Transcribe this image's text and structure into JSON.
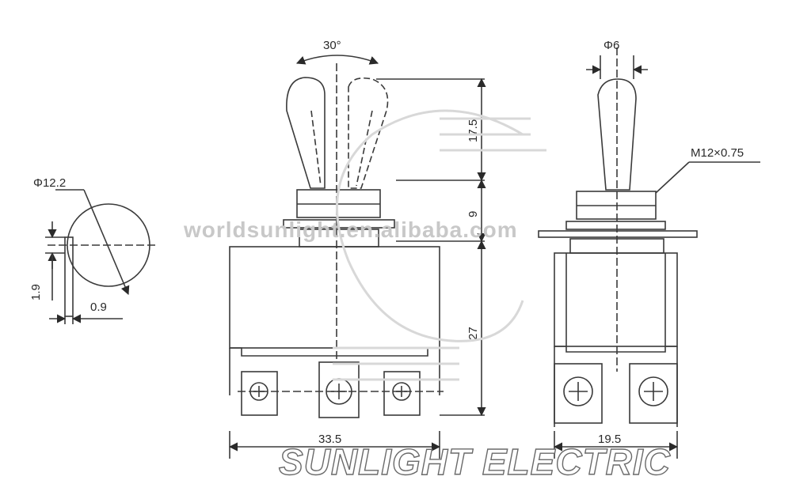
{
  "dimensions": {
    "angle": "30°",
    "diameter_knob": "Φ12.2",
    "dim_1_9": "1.9",
    "dim_0_9": "0.9",
    "dim_17_5": "17.5",
    "dim_9": "9",
    "dim_27": "27",
    "dim_33_5": "33.5",
    "diameter_lever": "Φ6",
    "thread": "M12×0.75",
    "dim_19_5": "19.5"
  },
  "watermark": {
    "site": "worldsunlight.en.alibaba.com",
    "brand": "SUNLIGHT ELECTRIC"
  },
  "colors": {
    "line": "#3a3a3a",
    "watermark": "#c8c8c8"
  }
}
